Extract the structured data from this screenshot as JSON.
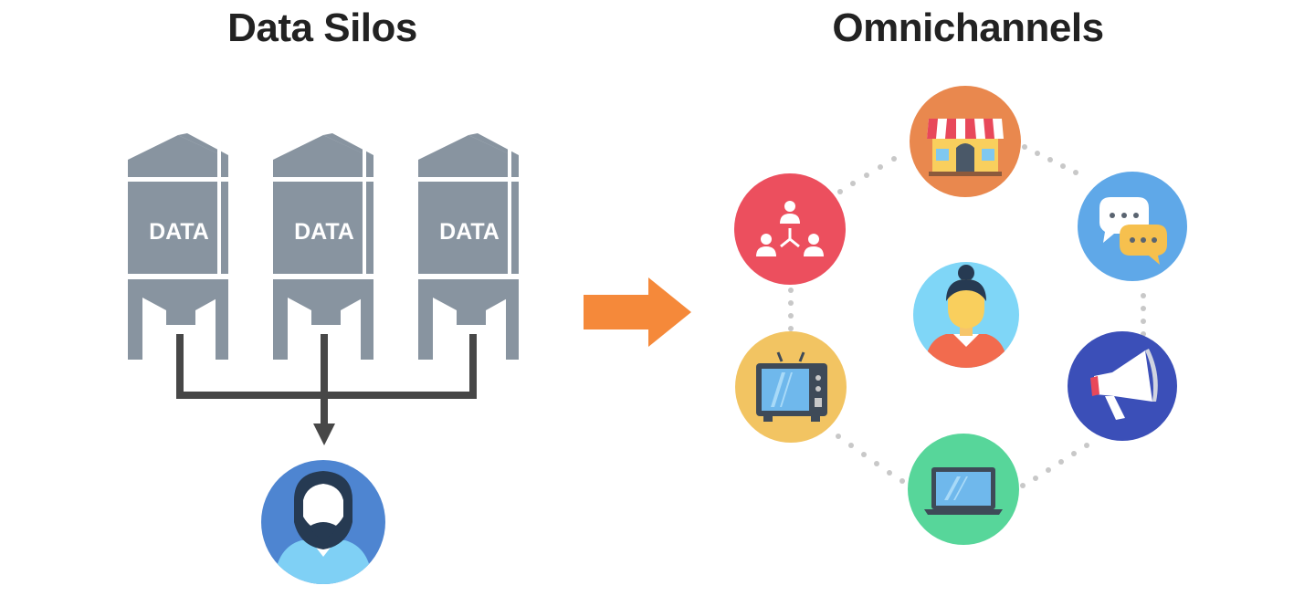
{
  "left_section": {
    "title": "Data Silos",
    "silos": [
      {
        "label": "DATA"
      },
      {
        "label": "DATA"
      },
      {
        "label": "DATA"
      }
    ],
    "recipient_icon": "bearded-man-avatar-icon"
  },
  "transition_icon": "right-arrow-icon",
  "right_section": {
    "title": "Omnichannels",
    "center_icon": "woman-avatar-icon",
    "channels": [
      {
        "icon": "storefront-icon",
        "color": "#E9884E"
      },
      {
        "icon": "chat-bubbles-icon",
        "color": "#5FA8E8"
      },
      {
        "icon": "megaphone-icon",
        "color": "#3B4FB8"
      },
      {
        "icon": "laptop-icon",
        "color": "#57D69A"
      },
      {
        "icon": "tv-icon",
        "color": "#F2C462"
      },
      {
        "icon": "network-people-icon",
        "color": "#EC4F5E"
      }
    ]
  },
  "colors": {
    "silo": "#8894A0",
    "connector": "#474747",
    "arrow": "#F5893A",
    "dots": "#C8C8C8",
    "title_text": "#222222"
  }
}
